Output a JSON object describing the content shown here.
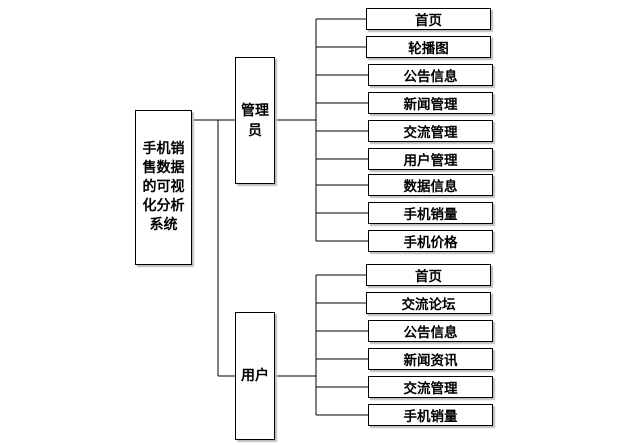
{
  "root": {
    "label": "手机销售数据的可视化分析系统"
  },
  "branches": [
    {
      "label": "管理员",
      "children": [
        "首页",
        "轮播图",
        "公告信息",
        "新闻管理",
        "交流管理",
        "用户管理",
        "数据信息",
        "手机销量",
        "手机价格"
      ]
    },
    {
      "label": "用户",
      "children": [
        "首页",
        "交流论坛",
        "公告信息",
        "新闻资讯",
        "交流管理",
        "手机销量"
      ]
    }
  ]
}
